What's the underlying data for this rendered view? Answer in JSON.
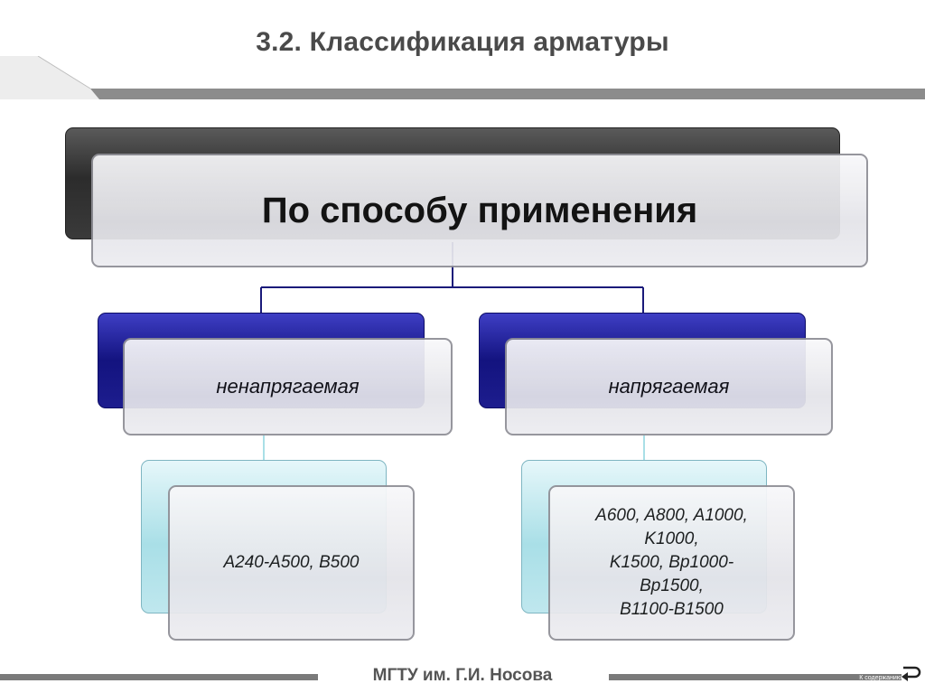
{
  "title": "3.2. Классификация арматуры",
  "root": {
    "label": "По способу применения"
  },
  "branches": [
    {
      "label": "ненапрягаемая",
      "leaf_lines": [
        "A240-A500, B500"
      ]
    },
    {
      "label": "напрягаемая",
      "leaf_lines": [
        "A600, A800, A1000,",
        "K1000,",
        "K1500, Bp1000-",
        "Bp1500,",
        "B1100-B1500"
      ]
    }
  ],
  "footer": {
    "organization": "МГТУ им. Г.И. Носова",
    "contents_link": "К содержанию"
  },
  "colors": {
    "header_bar": "#8c8c8c",
    "connector_dark": "#1a1a7a",
    "connector_light": "#a9dfe7",
    "footer_bar": "#7a7a7a"
  }
}
